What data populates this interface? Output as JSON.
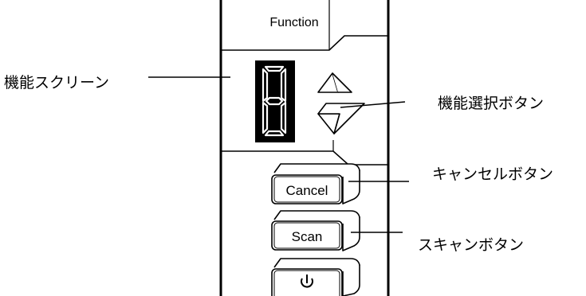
{
  "panel": {
    "function_label": "Function",
    "display_digit": "8"
  },
  "buttons": {
    "cancel_label": "Cancel",
    "scan_label": "Scan",
    "power_icon": "power-icon"
  },
  "callouts": {
    "function_screen": "機能スクリーン",
    "function_select_buttons": "機能選択ボタン",
    "cancel_button": "キャンセルボタン",
    "scan_button": "スキャンボタン"
  },
  "colors": {
    "display_bg": "#000000",
    "segment_outline": "#ffffff",
    "line": "#000000"
  }
}
